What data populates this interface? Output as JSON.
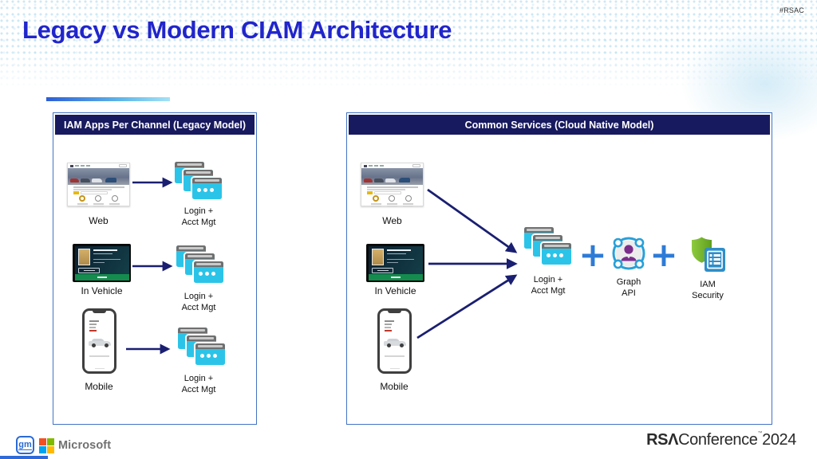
{
  "header": {
    "hashtag": "#RSAC",
    "title": "Legacy vs Modern CIAM Architecture"
  },
  "legacy_panel": {
    "title": "IAM Apps Per Channel (Legacy Model)"
  },
  "modern_panel": {
    "title": "Common Services (Cloud Native Model)",
    "plus": "+"
  },
  "channels": {
    "web": "Web",
    "vehicle": "In Vehicle",
    "mobile": "Mobile"
  },
  "services": {
    "login": {
      "line1": "Login +",
      "line2": "Acct Mgt"
    },
    "graph": {
      "line1": "Graph",
      "line2": "API"
    },
    "security": {
      "line1": "IAM",
      "line2": "Security"
    }
  },
  "footer": {
    "gm": "gm",
    "microsoft": "Microsoft",
    "rsa_bold": "RSΛ",
    "rsa_light": "Conference",
    "rsa_tm": "™",
    "rsa_year": "2024"
  },
  "colors": {
    "title": "#2125cb",
    "panel_header_bg": "#181a5f",
    "panel_border": "#4472c4",
    "arrow": "#1a1f71",
    "window_cyan": "#2bc4e8",
    "plus": "#2e7bd6",
    "shield_green": "#76b82a",
    "graph_blue": "#29a0d8",
    "person_purple": "#7b2d8b",
    "table_blue": "#2e8ec9"
  }
}
